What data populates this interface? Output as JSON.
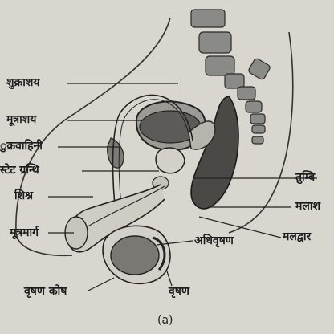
{
  "figure": {
    "caption": "(a)",
    "labels": {
      "seminal_vesicle": "शुक्राशय",
      "urinary_bladder": "मूत्राशय",
      "vas_deferens": "ुक्रवाहिनी",
      "prostate_gland": "स्टेट ग्रन्थि",
      "penis": "शिश्न",
      "urethra": "मूत्रमार्ग",
      "scrotum": "वृषण कोष",
      "testis": "वृषण",
      "epididymis": "अधिवृषण",
      "bulbourethral_gland": "तुम्बि",
      "rectum": "मलाश",
      "anus": "मलद्वार"
    }
  }
}
